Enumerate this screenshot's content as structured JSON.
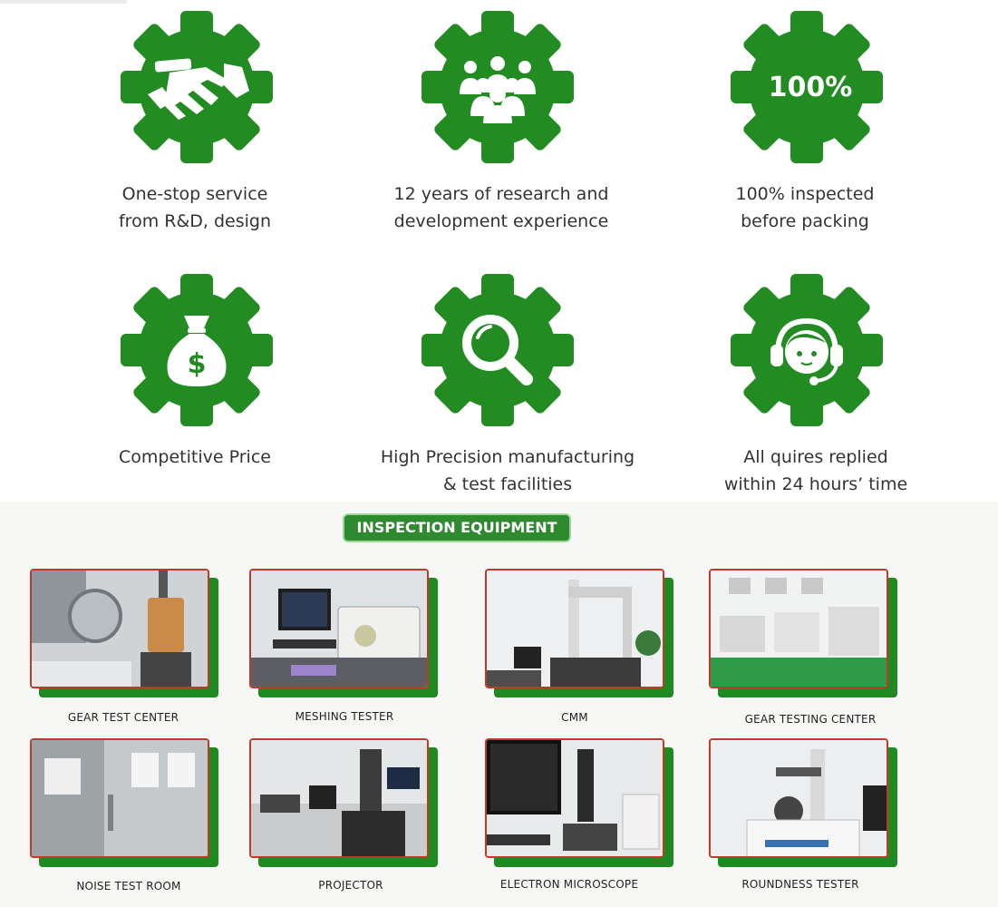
{
  "colors": {
    "gear_green": "#228B22",
    "title_green": "#2d8a2d",
    "text": "#333333"
  },
  "features": [
    {
      "icon": "handshake-icon",
      "lines": [
        "One-stop service",
        "from R&D, design"
      ]
    },
    {
      "icon": "team-icon",
      "lines": [
        "12 years of research and",
        "development experience"
      ]
    },
    {
      "icon": "percent-100-icon",
      "icon_text": "100%",
      "lines": [
        "100% inspected",
        "before packing"
      ]
    },
    {
      "icon": "money-bag-icon",
      "lines": [
        "Competitive Price"
      ]
    },
    {
      "icon": "magnifier-icon",
      "lines": [
        "High Precision manufacturing",
        "& test facilities"
      ]
    },
    {
      "icon": "headset-agent-icon",
      "lines": [
        "All quires replied",
        "within 24 hours’ time"
      ]
    }
  ],
  "inspection": {
    "title": "INSPECTION EQUIPMENT",
    "items": [
      {
        "label": "GEAR TEST CENTER"
      },
      {
        "label": "MESHING TESTER"
      },
      {
        "label": "CMM"
      },
      {
        "label": "GEAR TESTING CENTER"
      },
      {
        "label": "NOISE TEST ROOM"
      },
      {
        "label": "PROJECTOR"
      },
      {
        "label": "ELECTRON MICROSCOPE"
      },
      {
        "label": "ROUNDNESS TESTER"
      }
    ]
  }
}
